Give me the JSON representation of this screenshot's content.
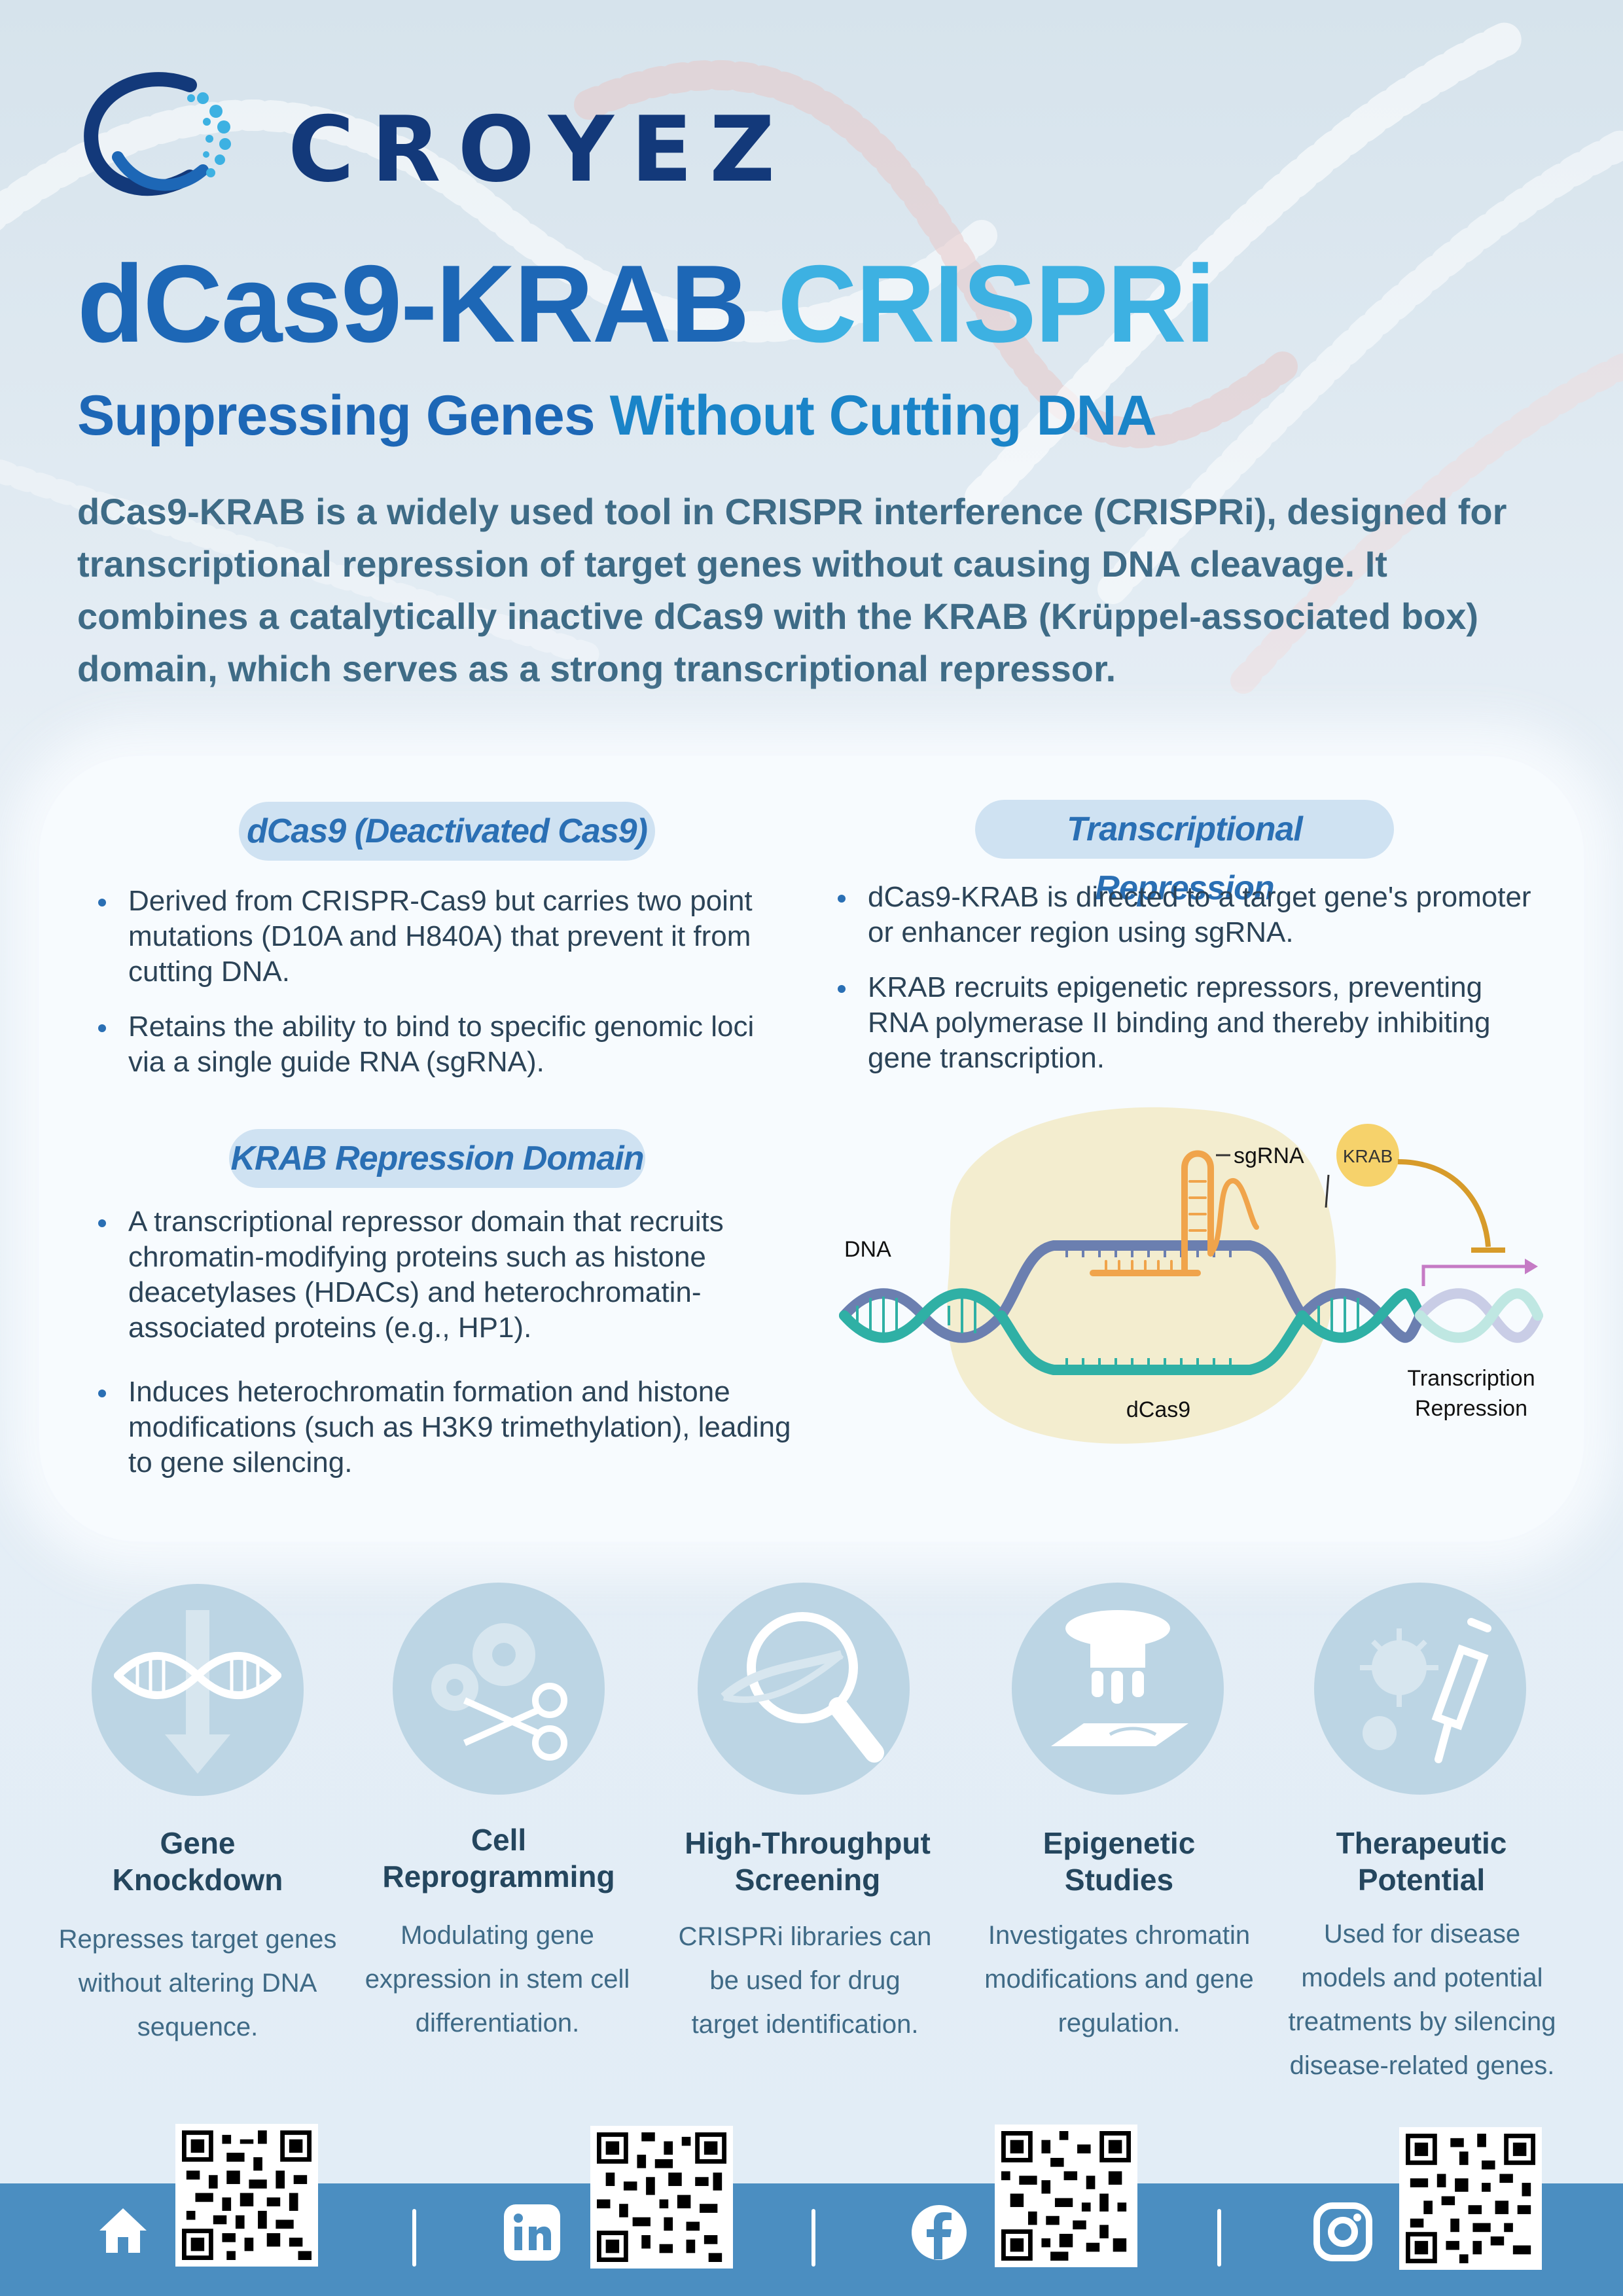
{
  "brand": {
    "name": "CROYEZ"
  },
  "header": {
    "title_part1": "dCas9-KRAB",
    "title_part2": "CRISPRi",
    "subtitle_part1": "Suppressing Genes",
    "subtitle_part2": "Without Cutting DNA",
    "intro": "dCas9-KRAB is a widely used tool in CRISPR interference (CRISPRi), designed for transcriptional repression of target genes without causing DNA cleavage. It combines a catalytically inactive dCas9 with the KRAB (Krüppel-associated box) domain, which serves as a strong transcriptional repressor."
  },
  "sections": {
    "dcas9": {
      "heading": "dCas9 (Deactivated Cas9)",
      "bullets": [
        "Derived from CRISPR-Cas9 but carries two point mutations (D10A and H840A) that prevent it from cutting DNA.",
        "Retains the ability to bind to specific genomic loci via a single guide RNA (sgRNA)."
      ]
    },
    "krab": {
      "heading": "KRAB Repression Domain",
      "bullets": [
        "A transcriptional repressor domain that recruits chromatin-modifying proteins such as histone deacetylases (HDACs) and  heterochromatin-associated proteins (e.g., HP1).",
        "Induces heterochromatin formation and histone modifications (such as H3K9 trimethylation), leading to gene silencing."
      ]
    },
    "repression": {
      "heading": "Transcriptional Repression",
      "bullets": [
        "dCas9-KRAB is directed to a target gene's promoter or enhancer region using sgRNA.",
        "KRAB recruits epigenetic repressors, preventing RNA polymerase II binding and thereby inhibiting gene transcription."
      ]
    }
  },
  "diagram": {
    "dna": "DNA",
    "sgrna": "sgRNA",
    "krab": "KRAB",
    "dcas9": "dCas9",
    "result_line1": "Transcription",
    "result_line2": "Repression"
  },
  "applications": [
    {
      "title_line1": "Gene",
      "title_line2": "Knockdown",
      "icon": "dna-arrow-icon",
      "desc": [
        "Represses target genes",
        "without altering DNA",
        "sequence."
      ]
    },
    {
      "title_line1": "Cell",
      "title_line2": "Reprogramming",
      "icon": "gears-scissors-icon",
      "desc": [
        "Modulating gene",
        "expression in stem cell",
        "differentiation."
      ]
    },
    {
      "title_line1": "High-Throughput",
      "title_line2": "Screening",
      "icon": "magnifier-dna-icon",
      "desc": [
        "CRISPRi libraries can",
        "be used for drug",
        "target identification."
      ]
    },
    {
      "title_line1": "Epigenetic",
      "title_line2": "Studies",
      "icon": "microscope-icon",
      "desc": [
        "Investigates chromatin",
        "modifications and gene",
        "regulation."
      ]
    },
    {
      "title_line1": "Therapeutic",
      "title_line2": "Potential",
      "icon": "virus-syringe-icon",
      "desc": [
        "Used for disease",
        "models and potential",
        "treatments by silencing",
        "disease-related genes."
      ]
    }
  ],
  "footer": {
    "links": [
      "home-icon",
      "linkedin-icon",
      "facebook-icon",
      "instagram-icon"
    ]
  },
  "colors": {
    "primary_blue": "#1d67b6",
    "light_blue": "#3db1e2",
    "footer_blue": "#4b8ec1",
    "krab_yellow": "#f6d26b"
  }
}
